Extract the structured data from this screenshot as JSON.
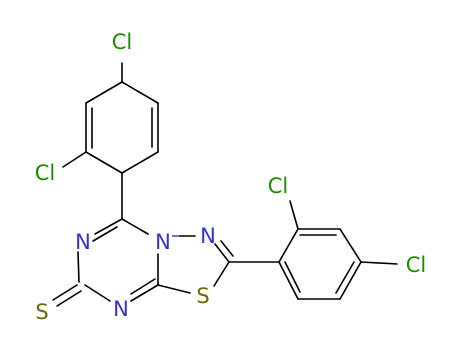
{
  "molecule": {
    "atoms": {
      "cl_top": "Cl",
      "cl_left": "Cl",
      "cl_right_top": "Cl",
      "cl_right": "Cl",
      "n_ring_left": "N",
      "n_bridge": "N",
      "n_thiadiazole": "N",
      "n_bottom": "N",
      "s_thione": "S",
      "s_ring": "S"
    },
    "colors": {
      "bond": "#000000",
      "chlorine": "#1f8c00",
      "nitrogen": "#3333cc",
      "sulfur": "#6b6b00"
    }
  }
}
